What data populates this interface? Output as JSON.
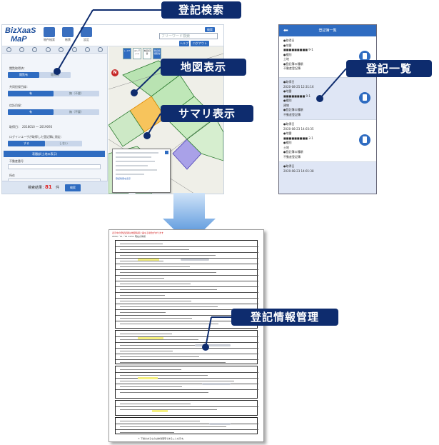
{
  "callouts": {
    "search": "登記検索",
    "map": "地図表示",
    "summary": "サマリ表示",
    "list": "登記一覧",
    "management": "登記情報管理"
  },
  "app": {
    "logo_line1": "BizXaaS",
    "logo_line2": "MaP",
    "header_icons": [
      "物件検索",
      "帳票",
      "設定"
    ],
    "keyword_button": "検索",
    "keyword_placeholder": "フリーワード検索",
    "help_label": "ヘルプ",
    "logout_label": "ログアウト",
    "left": {
      "acquired_label": "閲覧取得済：",
      "acquired_options": [
        "閲覧有",
        "閲覧無"
      ],
      "shared_label": "共同担保目録：",
      "shared_options": [
        "有",
        "無（不要）"
      ],
      "history_label": "信託目録：",
      "history_options": [
        "有",
        "無（不要）"
      ],
      "acquired_date_label": "取得日：",
      "acquired_date_value": "2018010 ～ 2019093",
      "login_user_label": "ログインユーザが取得した登記簿に限定：",
      "login_user_options": [
        "する",
        "しない"
      ],
      "section_label": "表題部(土地の表示)",
      "property_number_label": "不動産番号",
      "location_label": "所在",
      "result_label": "検索結果：",
      "result_count": "81",
      "result_unit": "件",
      "search_button": "検索"
    },
    "map_tabs": [
      "レイヤ",
      "コンテンツ",
      "地図切替",
      "登記情報取得"
    ],
    "compass": "N",
    "summary_link": "登記情報を表示"
  },
  "phone": {
    "title": "登記簿一覧",
    "entries": [
      {
        "lines": [
          "●取得日",
          "",
          "●地番",
          "■■■■■■■■■ 9-1",
          "●種別",
          "土地",
          "●登記簿の種類",
          "不動産登記簿"
        ],
        "highlight": false
      },
      {
        "lines": [
          "●取得日",
          "2020-08-25 12:31:16",
          "●地番",
          "■■■■■■■■ 9-1",
          "●種別",
          "建物",
          "●登記簿の種類",
          "不動産登記簿"
        ],
        "highlight": true
      },
      {
        "lines": [
          "●取得日",
          "2020-08-23 14:03:35",
          "●地番",
          "■■■■■■■■■ 3-1",
          "●種別",
          "土地",
          "●登記簿の種類",
          "不動産登記簿"
        ],
        "highlight": false
      },
      {
        "lines": [
          "●取得日",
          "2020-08-23 14:01:38"
        ],
        "highlight": true
      }
    ]
  },
  "document": {
    "warning": "表示中の登記記録は地図情報と異なる場合があります",
    "date": "2019／11／15 14:51 現在の情報",
    "footer": "＊ 下線のあるものは抹消事項であることを示す。"
  },
  "colors": {
    "callout_bg": "#0e2c6e",
    "accent": "#2f6cc1",
    "arrow": "#5b9be0"
  }
}
